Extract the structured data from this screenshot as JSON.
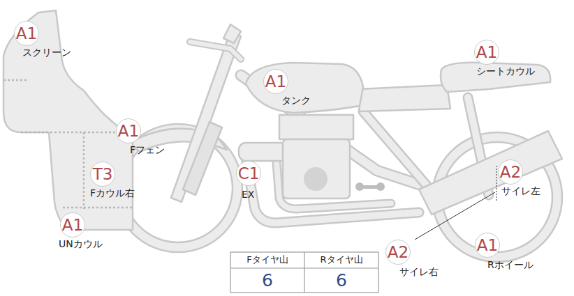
{
  "diagram": {
    "nodes": [
      {
        "text": [
          "A1",
          "スクリーン"
        ]
      },
      {
        "text": [
          "A1",
          "タンク"
        ]
      },
      {
        "text": [
          "A1",
          "シートカウル"
        ]
      },
      {
        "text": [
          "A1",
          "Fフェン"
        ]
      },
      {
        "text": [
          "T3",
          "Fカウル右"
        ]
      },
      {
        "text": [
          "C1",
          "EX"
        ]
      },
      {
        "text": [
          "A2",
          "サイレ左"
        ]
      },
      {
        "text": [
          "A1",
          "UNカウル"
        ]
      },
      {
        "text": [
          "A2",
          "サイレ右"
        ]
      },
      {
        "text": [
          "A1",
          "Rホイール"
        ]
      }
    ],
    "labels": [
      "Fタイヤ山",
      "Rタイヤ山",
      "6",
      "6"
    ]
  }
}
